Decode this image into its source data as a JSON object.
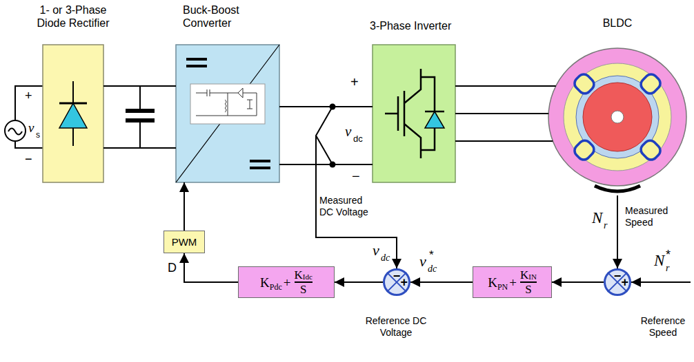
{
  "diagram": {
    "nodes": [
      {
        "text": [
          "1- or 3-Phase Diode Rectifier"
        ]
      },
      {
        "text": [
          "Buck-Boost Converter"
        ]
      },
      {
        "text": [
          "3-Phase Inverter"
        ]
      },
      {
        "text": [
          "BLDC"
        ]
      },
      {
        "text": [
          "PWM"
        ]
      },
      {
        "text": [
          "K",
          "Pdc",
          "+",
          "K",
          "Idc",
          "S"
        ]
      },
      {
        "text": [
          "−",
          "+"
        ]
      },
      {
        "text": [
          "K",
          "PN",
          "+",
          "K",
          "IN",
          "S"
        ]
      },
      {
        "text": [
          "−",
          "+"
        ]
      }
    ],
    "edges": [
      {
        "from": 0,
        "to": 1,
        "arrow": "none"
      },
      {
        "from": 1,
        "to": 2,
        "arrow": "none"
      },
      {
        "from": 2,
        "to": 3,
        "arrow": "none"
      },
      {
        "from": 4,
        "to": 1,
        "arrow": "to"
      },
      {
        "from": 3,
        "to": 8,
        "arrow": "to"
      },
      {
        "from": 8,
        "to": 7,
        "arrow": "to"
      },
      {
        "from": 7,
        "to": 6,
        "arrow": "to"
      },
      {
        "from": 6,
        "to": 5,
        "arrow": "to"
      },
      {
        "from": 5,
        "to": 4,
        "arrow": "to"
      }
    ],
    "labels": [
      "+",
      "−",
      "v",
      "s",
      "+",
      "v",
      "dc",
      "−",
      "Measured DC Voltage",
      "N",
      "r",
      "Measured Speed",
      "N",
      "r",
      "*",
      "Reference Speed",
      "v",
      "dc",
      "*",
      "Reference DC Voltage",
      "v",
      "dc",
      "D"
    ]
  }
}
